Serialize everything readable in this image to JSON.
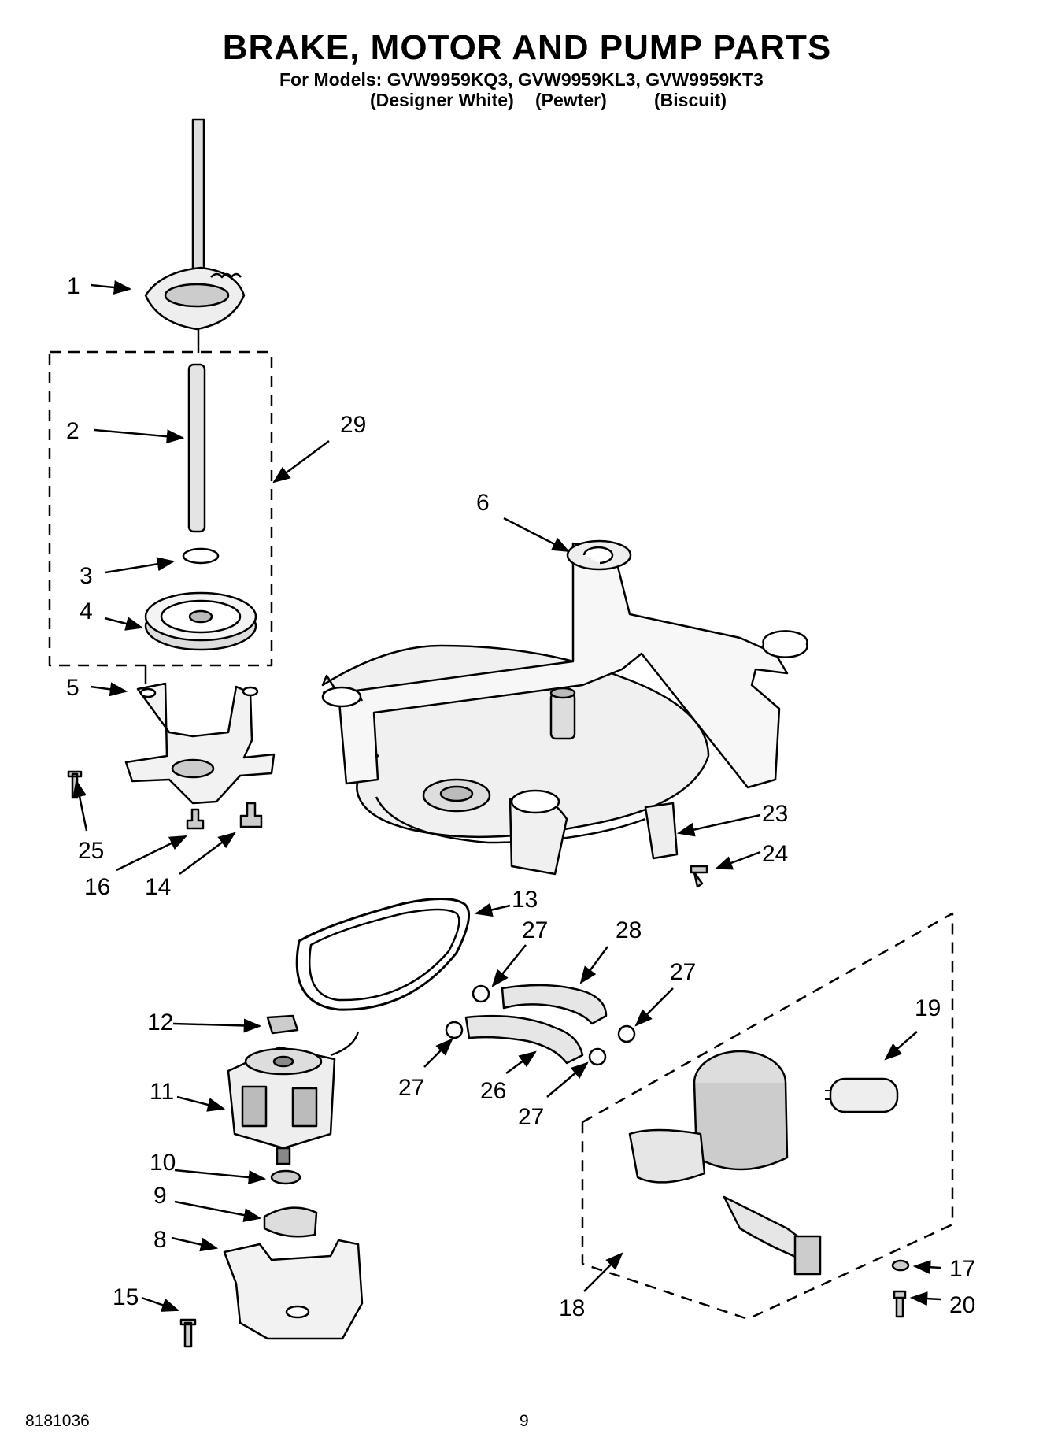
{
  "header": {
    "title": "BRAKE,  MOTOR AND PUMP PARTS",
    "models_line": "For Models: GVW9959KQ3, GVW9959KL3, GVW9959KT3",
    "colors": [
      "(Designer White)",
      "(Pewter)",
      "(Biscuit)"
    ]
  },
  "callouts": [
    "1",
    "2",
    "29",
    "3",
    "4",
    "6",
    "5",
    "25",
    "16",
    "14",
    "23",
    "24",
    "13",
    "27",
    "28",
    "27",
    "12",
    "27",
    "26",
    "27",
    "11",
    "19",
    "10",
    "9",
    "8",
    "15",
    "18",
    "17",
    "20"
  ],
  "footer": {
    "doc_number": "8181036",
    "page_number": "9"
  }
}
